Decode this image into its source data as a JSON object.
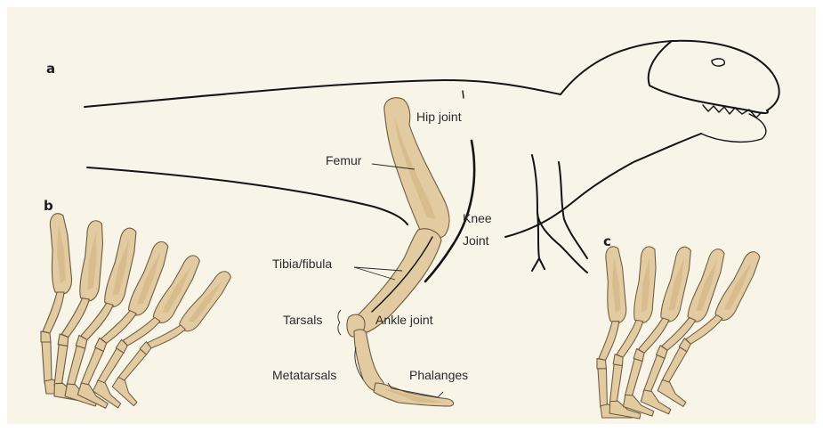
{
  "panel_labels": {
    "a": "a",
    "b": "b",
    "c": "c"
  },
  "labels": {
    "hip_joint": "Hip joint",
    "femur": "Femur",
    "knee_line1": "Knee",
    "knee_line2": "Joint",
    "tibia_fibula": "Tibia/fibula",
    "tarsals": "Tarsals",
    "ankle_joint": "Ankle joint",
    "metatarsals": "Metatarsals",
    "phalanges": "Phalanges"
  },
  "colors": {
    "background": "#f8f4e8",
    "bone_fill": "#e2cba0",
    "bone_edge": "#6d5a3f",
    "outline": "#141414"
  },
  "series_b_poses": 6,
  "series_c_poses": 5
}
